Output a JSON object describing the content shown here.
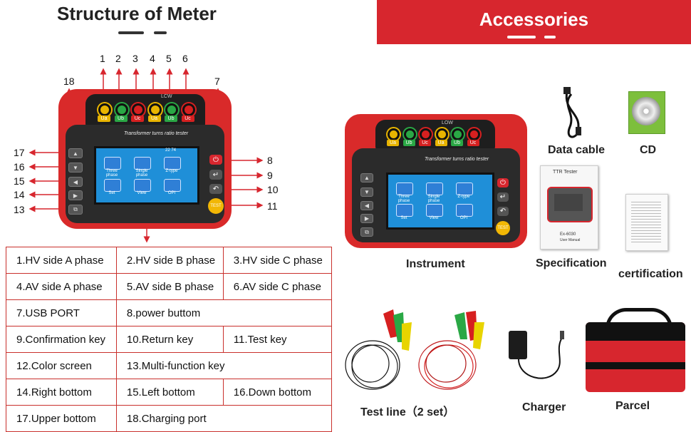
{
  "left_header": {
    "title": "Structure of Meter"
  },
  "right_header": {
    "title": "Accessories"
  },
  "callouts": {
    "top": [
      "1",
      "2",
      "3",
      "4",
      "5",
      "6"
    ],
    "n18": "18",
    "n7": "7",
    "left": [
      "17",
      "16",
      "15",
      "14",
      "13"
    ],
    "right": [
      "8",
      "9",
      "10",
      "11"
    ]
  },
  "device": {
    "socket_labels": [
      "Ua",
      "Ub",
      "Uc",
      "Ua",
      "Ub",
      "Uc"
    ],
    "socket_colors": [
      "#e8b400",
      "#2aa845",
      "#d62020",
      "#e8b400",
      "#2aa845",
      "#d62020"
    ],
    "lcw": "LCW",
    "lcw_right": "LOW",
    "brand_line": "Transformer turns ratio tester",
    "screen_status": "22 74",
    "tiles": [
      "Three phase",
      "Single phase",
      "Z-type",
      "Set",
      "View",
      "OPI"
    ],
    "test_key": "TEST"
  },
  "spec_table": [
    [
      "1.HV side A phase",
      "2.HV side B phase",
      "3.HV side C phase"
    ],
    [
      "4.AV side A phase",
      "5.AV side B phase",
      "6.AV side C phase"
    ],
    [
      "7.USB PORT",
      "8.power buttom",
      ""
    ],
    [
      "9.Confirmation key",
      "10.Return key",
      "11.Test key"
    ],
    [
      "12.Color screen",
      "13.Multi-function key",
      ""
    ],
    [
      "14.Right bottom",
      "15.Left bottom",
      "16.Down bottom"
    ],
    [
      "17.Upper bottom",
      "18.Charging port",
      ""
    ]
  ],
  "accessories": {
    "data_cable": "Data cable",
    "cd": "CD",
    "instrument": "Instrument",
    "specification": "Specification",
    "certification": "certification",
    "test_line": "Test line（2 set）",
    "charger": "Charger",
    "parcel": "Parcel",
    "manual_title": "TTR Tester",
    "manual_model": "Ex-6030",
    "manual_sub": "User Manual"
  }
}
